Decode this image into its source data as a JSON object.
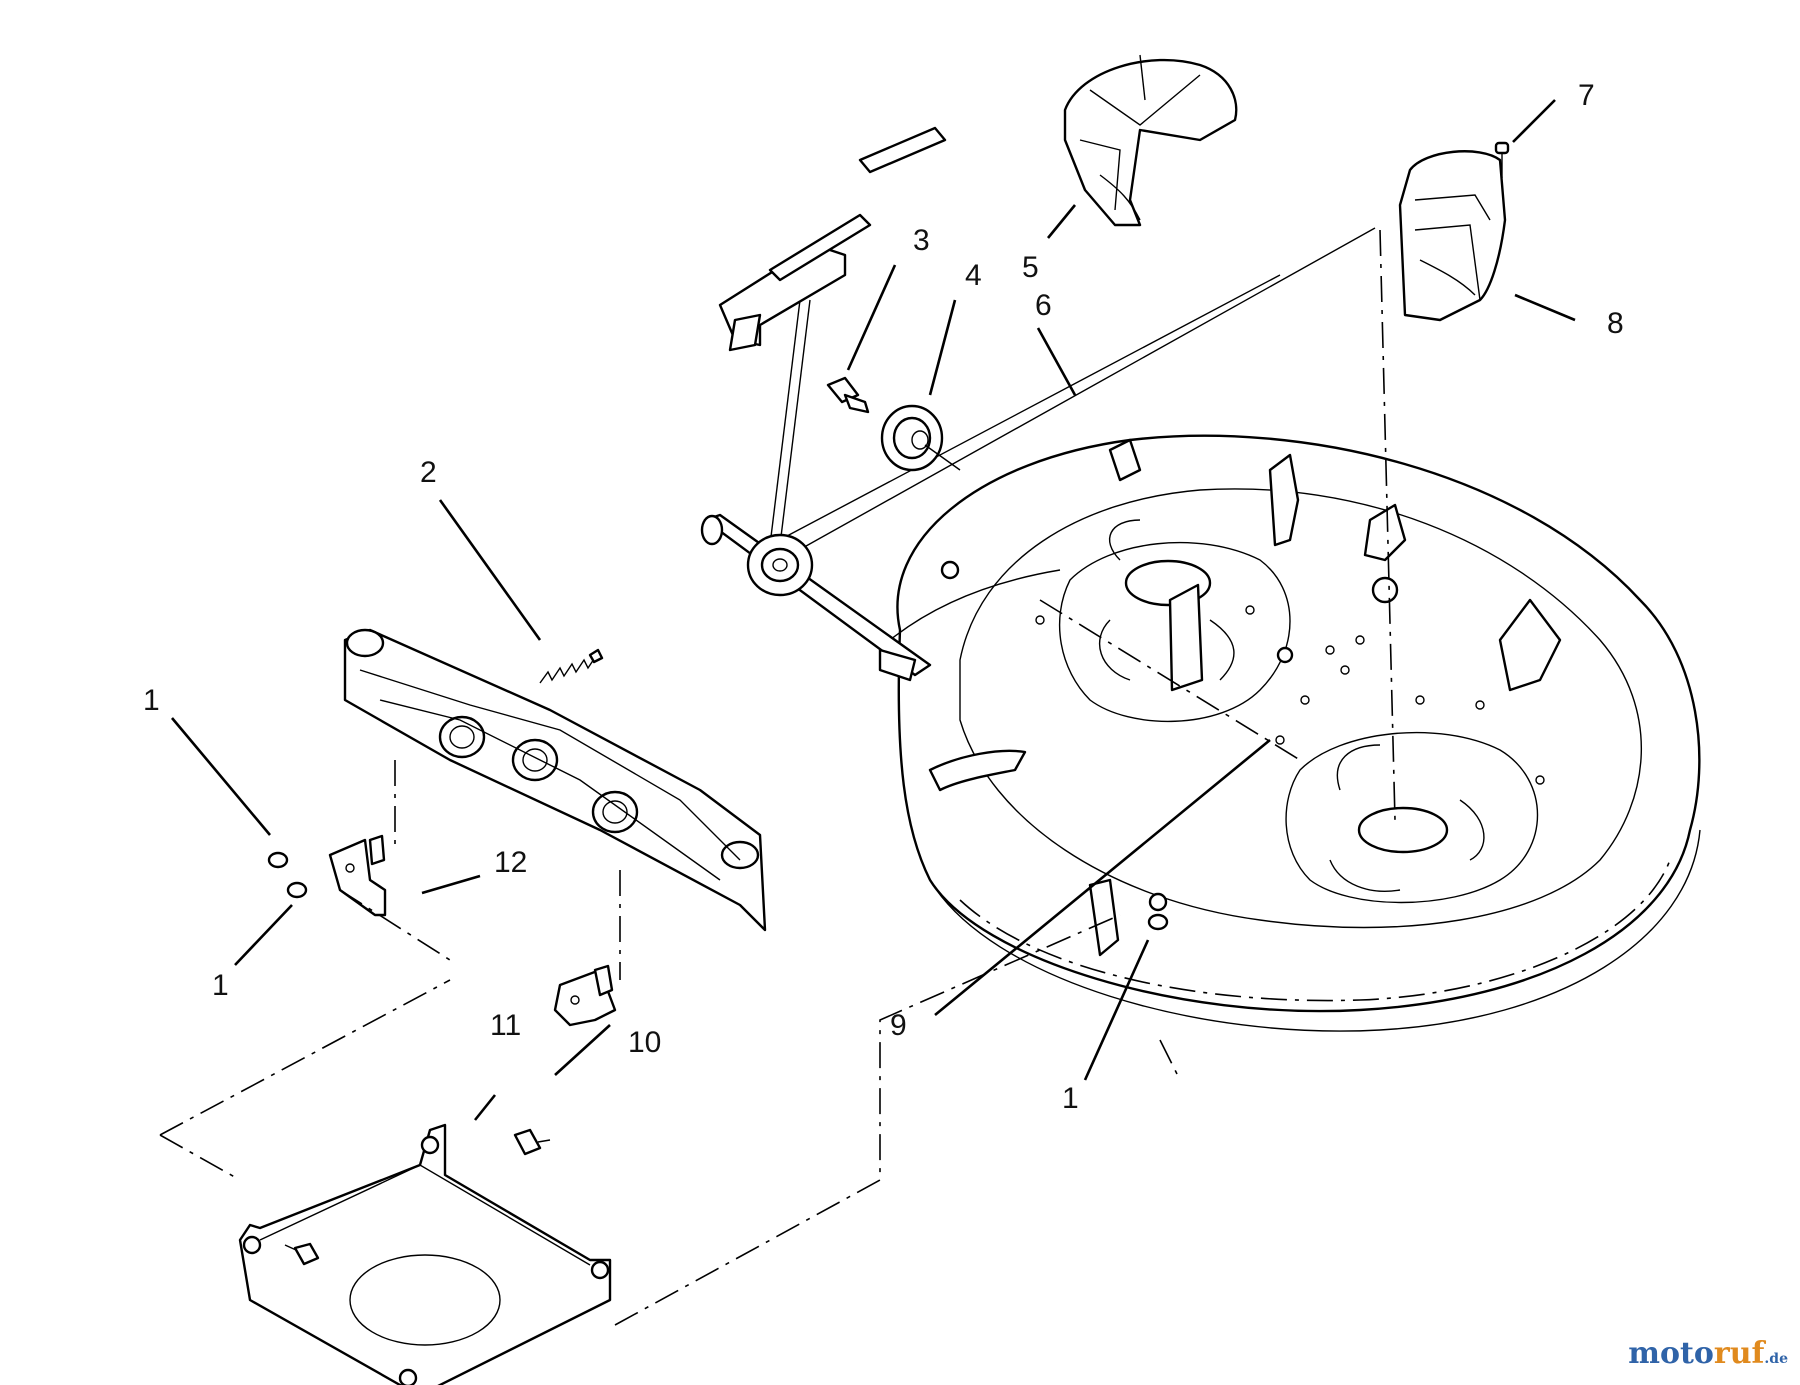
{
  "callouts": {
    "c1a": "1",
    "c1b": "1",
    "c1c": "1",
    "c2": "2",
    "c3": "3",
    "c4": "4",
    "c5": "5",
    "c6": "6",
    "c7": "7",
    "c8": "8",
    "c9": "9",
    "c10": "10",
    "c11": "11",
    "c12": "12"
  },
  "watermark": {
    "part1": "moto",
    "part2": "ruf",
    "part3": ".de"
  }
}
